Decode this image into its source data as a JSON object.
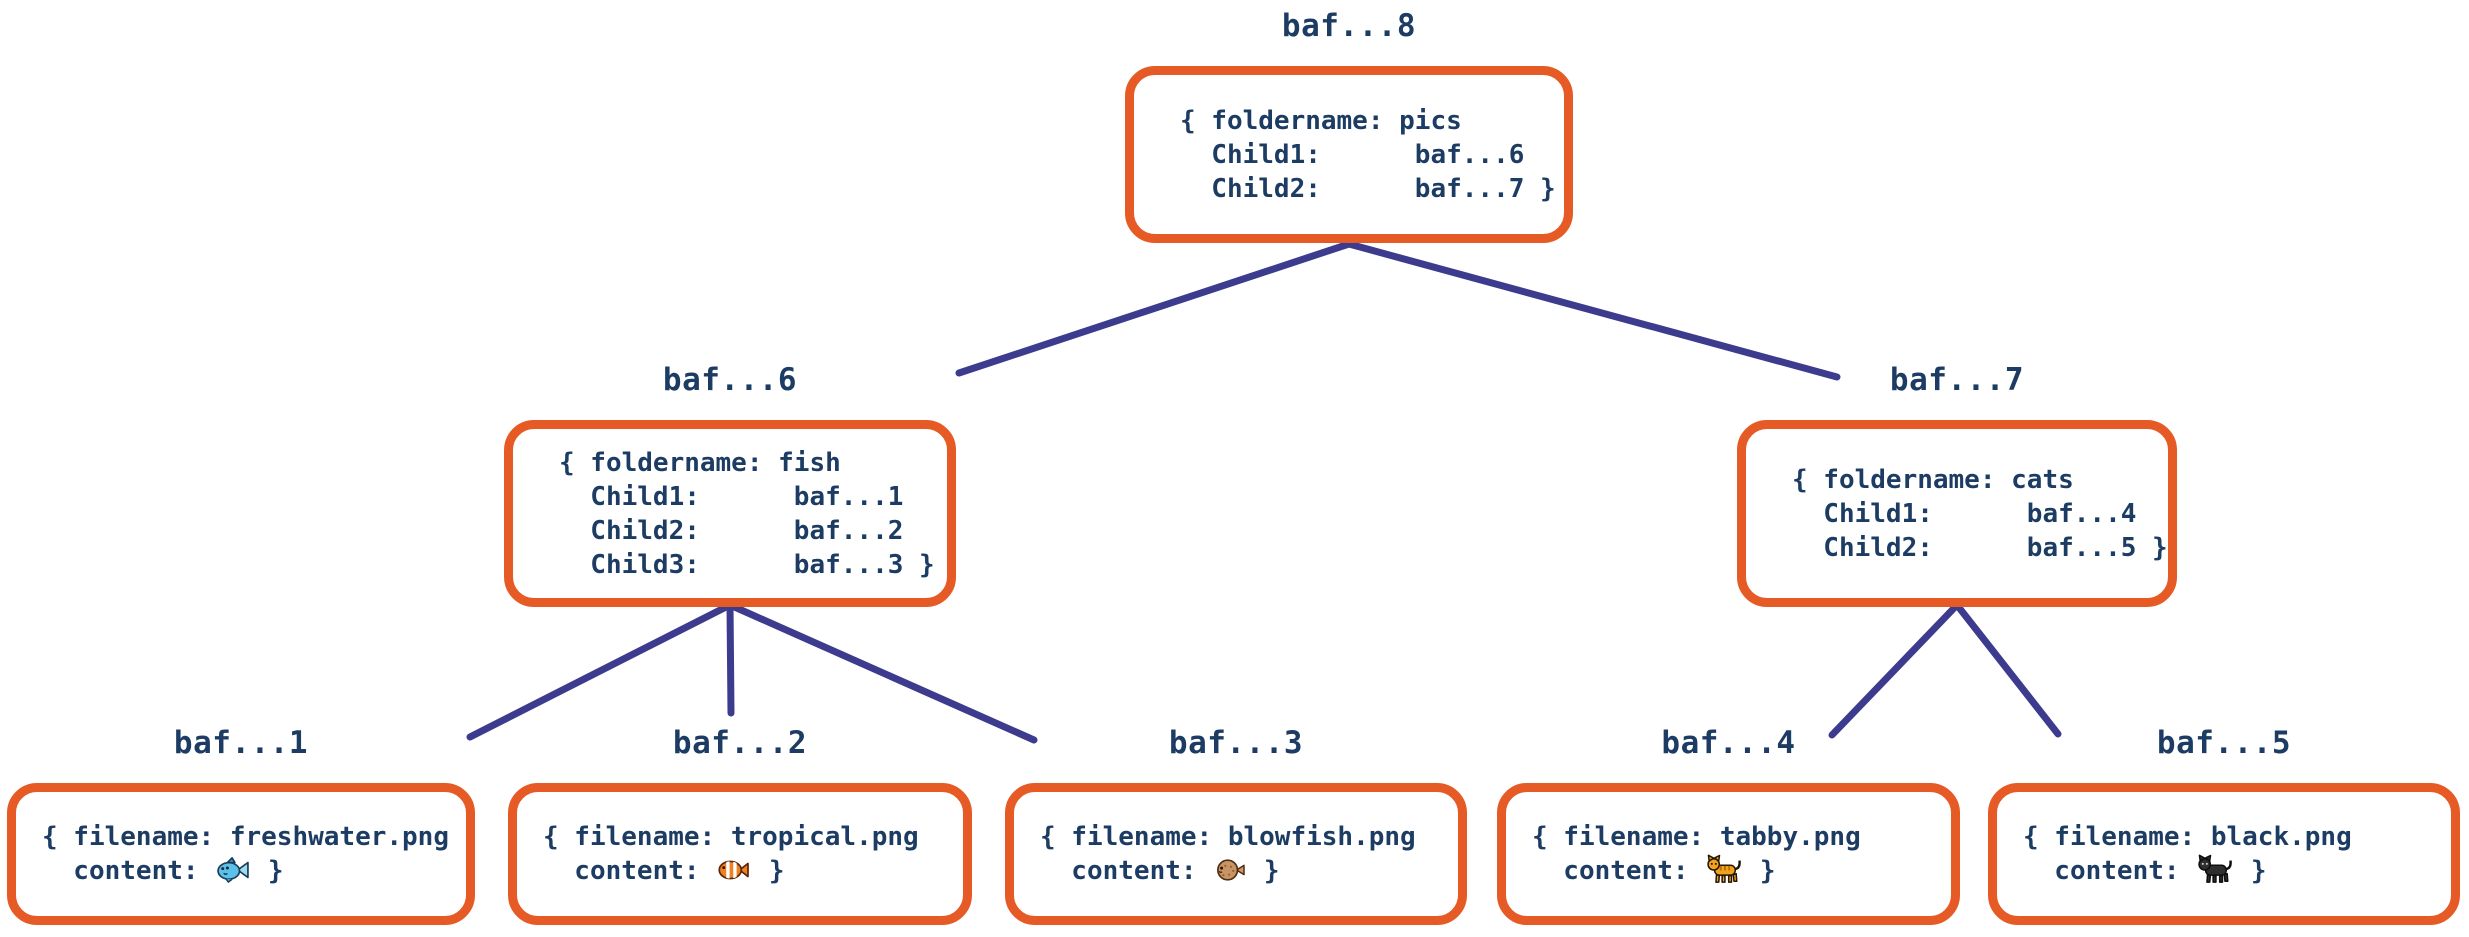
{
  "colors": {
    "node_border_orange": "#e65b25",
    "text_navy": "#1d3c63",
    "connector_indigo": "#3c3b8e",
    "background": "#ffffff"
  },
  "nodes": {
    "root": {
      "label": "baf...8",
      "content": "{ foldername: pics\n  Child1:      baf...6\n  Child2:      baf...7 }"
    },
    "fish": {
      "label": "baf...6",
      "content": "{ foldername: fish\n  Child1:      baf...1\n  Child2:      baf...2\n  Child3:      baf...3 }"
    },
    "cats": {
      "label": "baf...7",
      "content": "{ foldername: cats\n  Child1:      baf...4\n  Child2:      baf...5 }"
    },
    "leaf1": {
      "label": "baf...1",
      "line1": "{ filename: freshwater.png",
      "line2_prefix": "  content: ",
      "line2_suffix": " }",
      "icon": "blue-fish-emoji"
    },
    "leaf2": {
      "label": "baf...2",
      "line1": "{ filename: tropical.png",
      "line2_prefix": "  content: ",
      "line2_suffix": " }",
      "icon": "tropical-fish-emoji"
    },
    "leaf3": {
      "label": "baf...3",
      "line1": "{ filename: blowfish.png",
      "line2_prefix": "  content: ",
      "line2_suffix": " }",
      "icon": "blowfish-emoji"
    },
    "leaf4": {
      "label": "baf...4",
      "line1": "{ filename: tabby.png",
      "line2_prefix": "  content: ",
      "line2_suffix": " }",
      "icon": "tabby-cat-emoji"
    },
    "leaf5": {
      "label": "baf...5",
      "line1": "{ filename: black.png",
      "line2_prefix": "  content: ",
      "line2_suffix": " }",
      "icon": "black-cat-emoji"
    }
  },
  "edges": [
    {
      "from": "baf...8",
      "to": "baf...6"
    },
    {
      "from": "baf...8",
      "to": "baf...7"
    },
    {
      "from": "baf...6",
      "to": "baf...1"
    },
    {
      "from": "baf...6",
      "to": "baf...2"
    },
    {
      "from": "baf...6",
      "to": "baf...3"
    },
    {
      "from": "baf...7",
      "to": "baf...4"
    },
    {
      "from": "baf...7",
      "to": "baf...5"
    }
  ]
}
